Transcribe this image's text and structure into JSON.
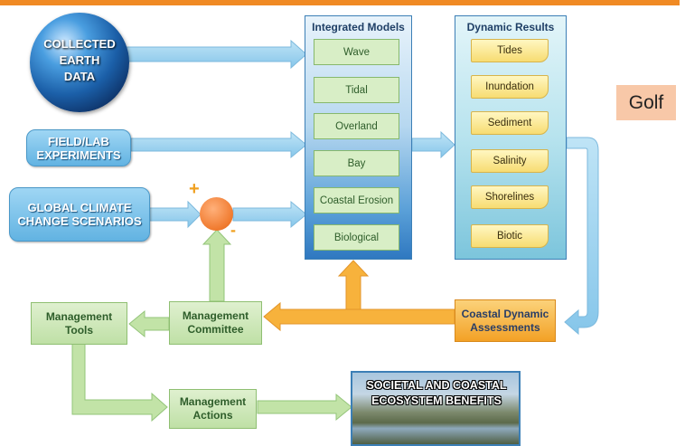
{
  "sources": {
    "earth_data": "COLLECTED\nEARTH\nDATA",
    "field_lab": "FIELD/LAB\nEXPERIMENTS",
    "global_climate": "GLOBAL CLIMATE\nCHANGE SCENARIOS"
  },
  "integrated_models": {
    "title": "Integrated Models",
    "items": [
      "Wave",
      "Tidal",
      "Overland",
      "Bay",
      "Coastal Erosion",
      "Biological"
    ]
  },
  "dynamic_results": {
    "title": "Dynamic Results",
    "items": [
      "Tides",
      "Inundation",
      "Sediment",
      "Salinity",
      "Shorelines",
      "Biotic"
    ]
  },
  "management": {
    "tools": "Management\nTools",
    "committee": "Management\nCommittee",
    "actions": "Management\nActions",
    "coastal_assessments": "Coastal Dynamic\nAssessments"
  },
  "benefits": "SOCIETAL AND COASTAL\nECOSYSTEM BENEFITS",
  "feedback_signs": {
    "plus": "+",
    "minus": "-"
  },
  "tag_label": "Golf",
  "colors": {
    "top_bar": "#f08a24",
    "source_box": "#7cc3ea",
    "model_panel": "#5aa0d8",
    "result_panel": "#b7e3ee",
    "management_box": "#c8e6b0",
    "assessment_box": "#f5aa30",
    "summing_node": "#f07a2e"
  }
}
